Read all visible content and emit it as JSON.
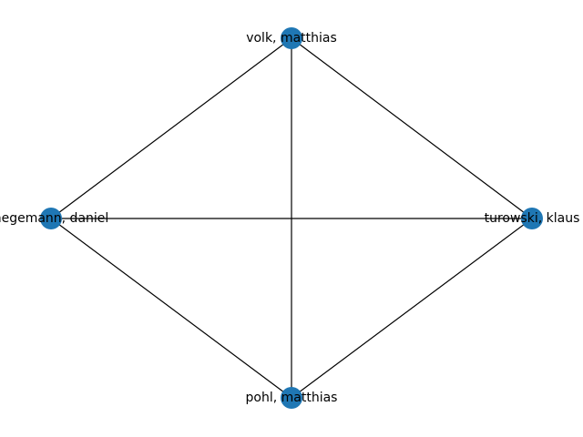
{
  "graph": {
    "node_color": "#1f77b4",
    "edge_color": "#000000",
    "nodes": [
      {
        "id": "volk",
        "label": "volk, matthias"
      },
      {
        "id": "hegemann",
        "label": "hegemann, daniel"
      },
      {
        "id": "turowski",
        "label": "turowski, klaus"
      },
      {
        "id": "pohl",
        "label": "pohl, matthias"
      }
    ],
    "edges": [
      [
        "volk",
        "hegemann"
      ],
      [
        "volk",
        "turowski"
      ],
      [
        "volk",
        "pohl"
      ],
      [
        "hegemann",
        "turowski"
      ],
      [
        "hegemann",
        "pohl"
      ],
      [
        "turowski",
        "pohl"
      ]
    ]
  }
}
